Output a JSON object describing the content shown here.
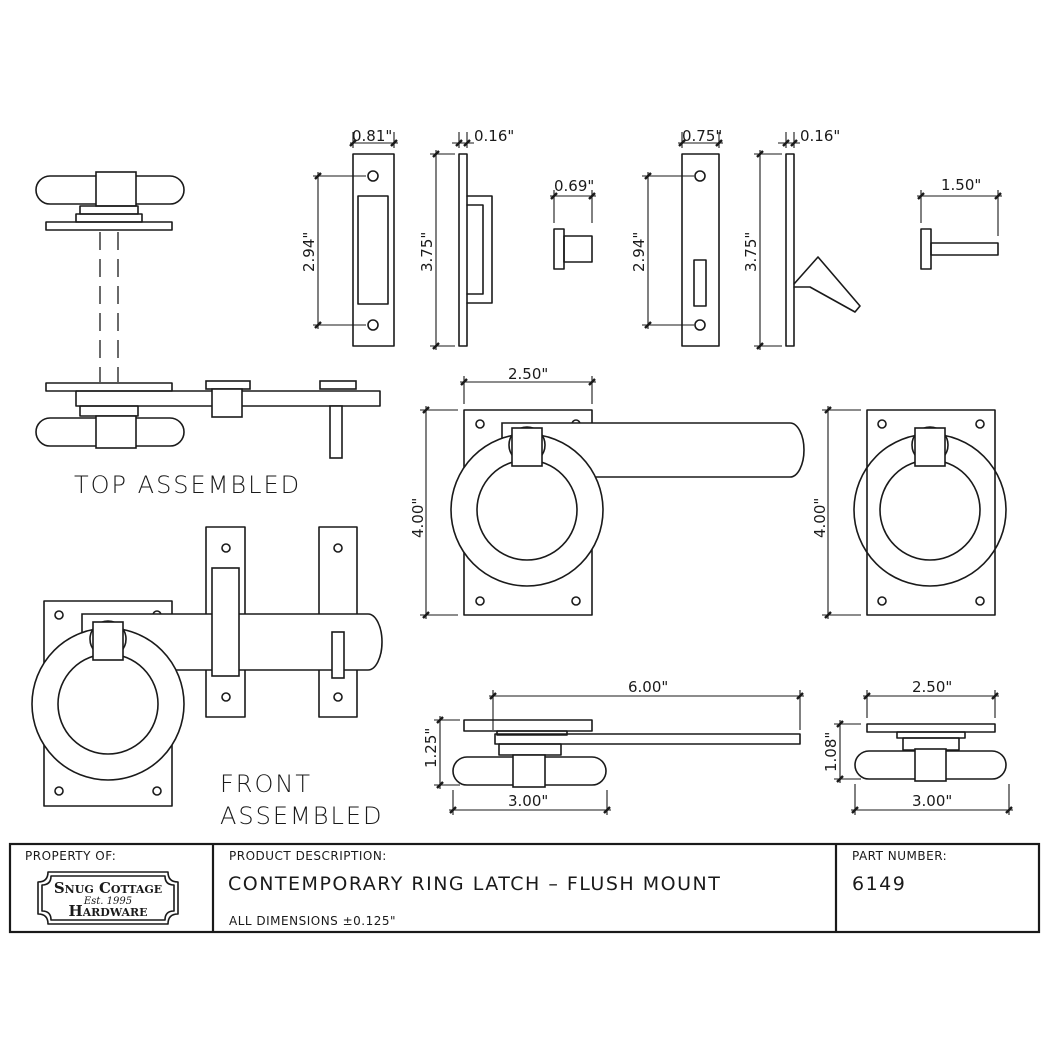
{
  "views": {
    "top_assembled": "TOP ASSEMBLED",
    "front_assembled_line1": "FRONT",
    "front_assembled_line2": "ASSEMBLED"
  },
  "dimensions": {
    "strike_width": "0.81\"",
    "strike_thickness": "0.16\"",
    "strike_hole_spacing": "2.94\"",
    "strike_height": "3.75\"",
    "knob_depth": "0.69\"",
    "catch_width": "0.75\"",
    "catch_thickness": "0.16\"",
    "catch_hole_spacing": "2.94\"",
    "catch_height": "3.75\"",
    "pin_length": "1.50\"",
    "backplate_width": "2.50\"",
    "backplate_height": "4.00\"",
    "ring_plate_height": "4.00\"",
    "bar_length": "6.00\"",
    "side_height": "1.25\"",
    "side_handle_width": "3.00\"",
    "end_plate_width": "2.50\"",
    "end_height": "1.08\"",
    "end_handle_width": "3.00\""
  },
  "title_block": {
    "property_label": "PROPERTY OF:",
    "logo_line1": "Snug Cottage",
    "logo_est": "Est. 1995",
    "logo_line2": "Hardware",
    "description_label": "PRODUCT DESCRIPTION:",
    "description": "CONTEMPORARY RING LATCH – FLUSH MOUNT",
    "tolerance": "ALL DIMENSIONS ±0.125\"",
    "part_label": "PART NUMBER:",
    "part_number": "6149"
  }
}
